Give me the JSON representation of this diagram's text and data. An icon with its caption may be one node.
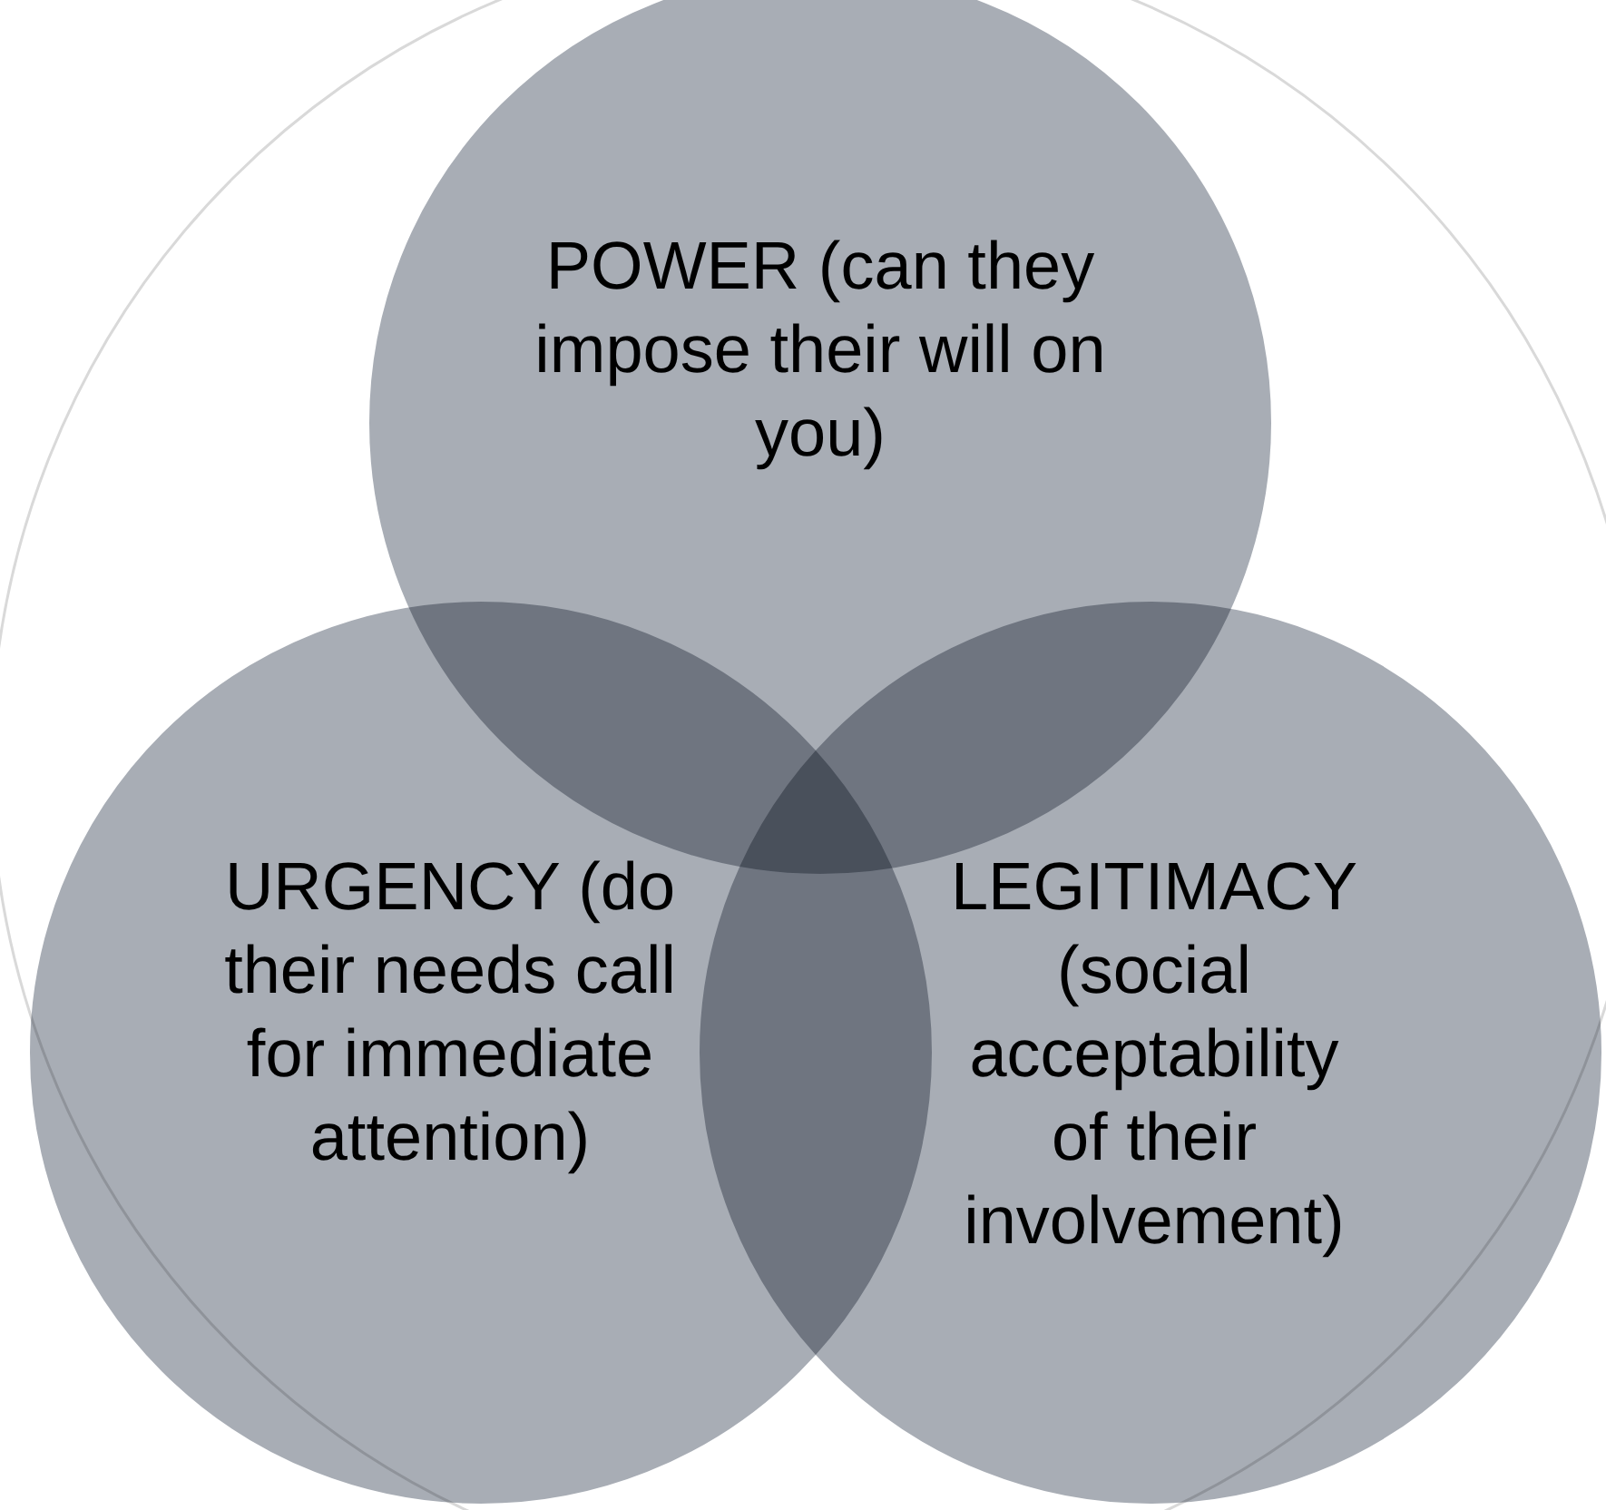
{
  "diagram": {
    "nodes": [
      {
        "text": [
          "POWER (can they impose their will on you)"
        ]
      },
      {
        "text": [
          "URGENCY (do their needs call for immediate attention)"
        ]
      },
      {
        "text": [
          "LEGITIMACY (social acceptability of their involvement)"
        ]
      }
    ]
  }
}
